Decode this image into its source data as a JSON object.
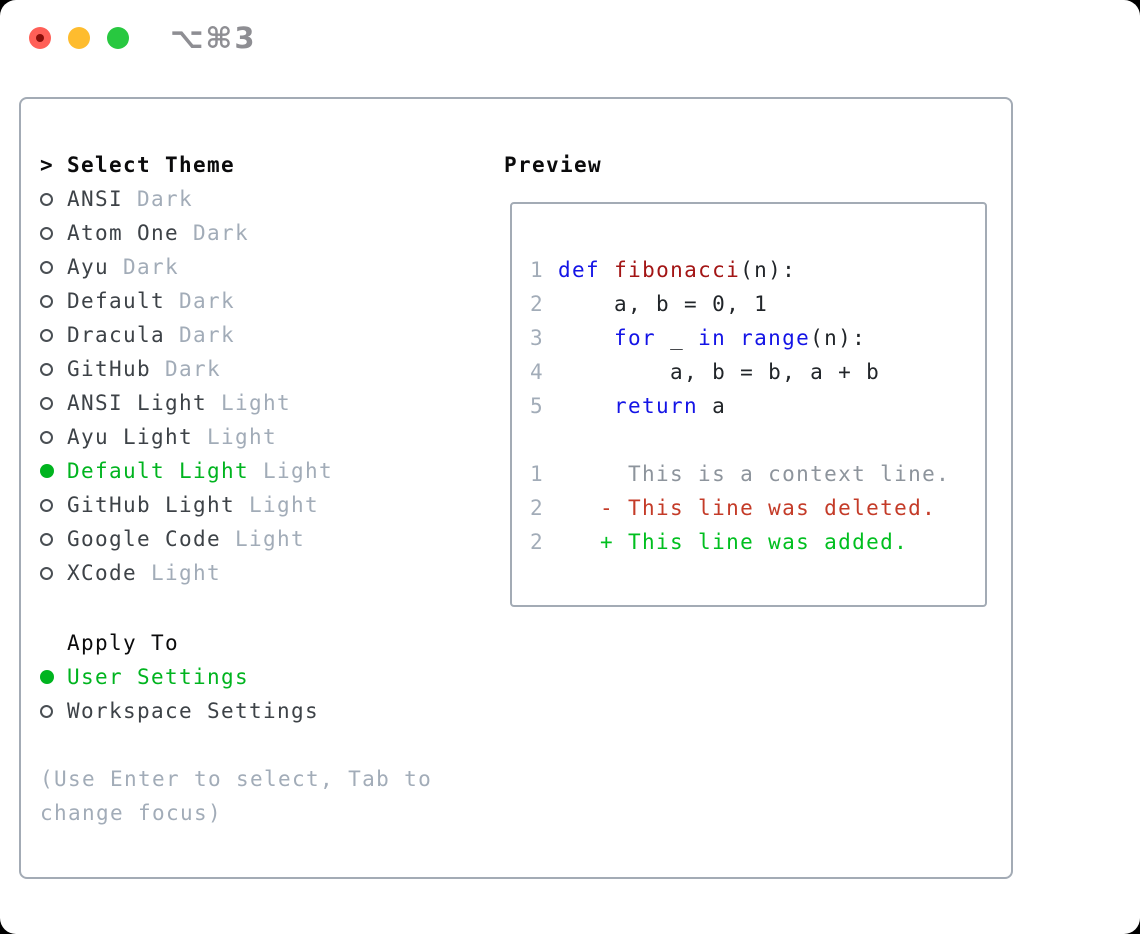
{
  "titlebar": {
    "shortcut": "⌥⌘3",
    "buttons": [
      "close",
      "minimize",
      "zoom"
    ]
  },
  "theme_list": {
    "header": {
      "prompt": ">",
      "label": "Select Theme"
    },
    "items": [
      {
        "label": "ANSI",
        "variant": "Dark",
        "selected": false
      },
      {
        "label": "Atom One",
        "variant": "Dark",
        "selected": false
      },
      {
        "label": "Ayu",
        "variant": "Dark",
        "selected": false
      },
      {
        "label": "Default",
        "variant": "Dark",
        "selected": false
      },
      {
        "label": "Dracula",
        "variant": "Dark",
        "selected": false
      },
      {
        "label": "GitHub",
        "variant": "Dark",
        "selected": false
      },
      {
        "label": "ANSI Light",
        "variant": "Light",
        "selected": false
      },
      {
        "label": "Ayu Light",
        "variant": "Light",
        "selected": false
      },
      {
        "label": "Default Light",
        "variant": "Light",
        "selected": true
      },
      {
        "label": "GitHub Light",
        "variant": "Light",
        "selected": false
      },
      {
        "label": "Google Code",
        "variant": "Light",
        "selected": false
      },
      {
        "label": "XCode",
        "variant": "Light",
        "selected": false
      }
    ]
  },
  "apply_to": {
    "header": "Apply To",
    "options": [
      {
        "label": "User Settings",
        "selected": true
      },
      {
        "label": "Workspace Settings",
        "selected": false
      }
    ]
  },
  "hint": "(Use Enter to select, Tab to change focus)",
  "preview": {
    "title": "Preview",
    "code_lines": [
      {
        "num": "1",
        "segments": [
          {
            "t": "def",
            "c": "kw"
          },
          {
            "t": " ",
            "c": "plain"
          },
          {
            "t": "fibonacci",
            "c": "fn"
          },
          {
            "t": "(n):",
            "c": "plain"
          }
        ]
      },
      {
        "num": "2",
        "segments": [
          {
            "t": "    a, b = 0, 1",
            "c": "plain"
          }
        ]
      },
      {
        "num": "3",
        "segments": [
          {
            "t": "    ",
            "c": "plain"
          },
          {
            "t": "for",
            "c": "kw"
          },
          {
            "t": " _ ",
            "c": "plain"
          },
          {
            "t": "in",
            "c": "kw"
          },
          {
            "t": " ",
            "c": "plain"
          },
          {
            "t": "range",
            "c": "kw"
          },
          {
            "t": "(n):",
            "c": "plain"
          }
        ]
      },
      {
        "num": "4",
        "segments": [
          {
            "t": "        a, b = b, a + b",
            "c": "plain"
          }
        ]
      },
      {
        "num": "5",
        "segments": [
          {
            "t": "    ",
            "c": "plain"
          },
          {
            "t": "return",
            "c": "kw"
          },
          {
            "t": " a",
            "c": "plain"
          }
        ]
      }
    ],
    "diff_lines": [
      {
        "num": "1",
        "segments": [
          {
            "t": "     This is a context line.",
            "c": "ctx"
          }
        ]
      },
      {
        "num": "2",
        "segments": [
          {
            "t": "   - This line was deleted.",
            "c": "del"
          }
        ]
      },
      {
        "num": "2",
        "segments": [
          {
            "t": "   + This line was added.",
            "c": "add"
          }
        ]
      }
    ]
  },
  "colors": {
    "selection_green": "#00b41f",
    "added_green": "#00bf1f",
    "deleted_red": "#c43b28",
    "keyword_blue": "#1414e6",
    "function_red": "#a31515",
    "code_text": "#212529",
    "item_text": "#3d4247",
    "header_text": "#0b0b0c",
    "muted_gray": "#a2acb8",
    "context_gray": "#8d949c",
    "bullet_ring": "#4a4f54",
    "panel_border": "#a3abb5",
    "shortcut_gray": "#8e8e93",
    "traffic_red": "#ff5f57",
    "traffic_yellow": "#febc2e",
    "traffic_green": "#28c840"
  }
}
